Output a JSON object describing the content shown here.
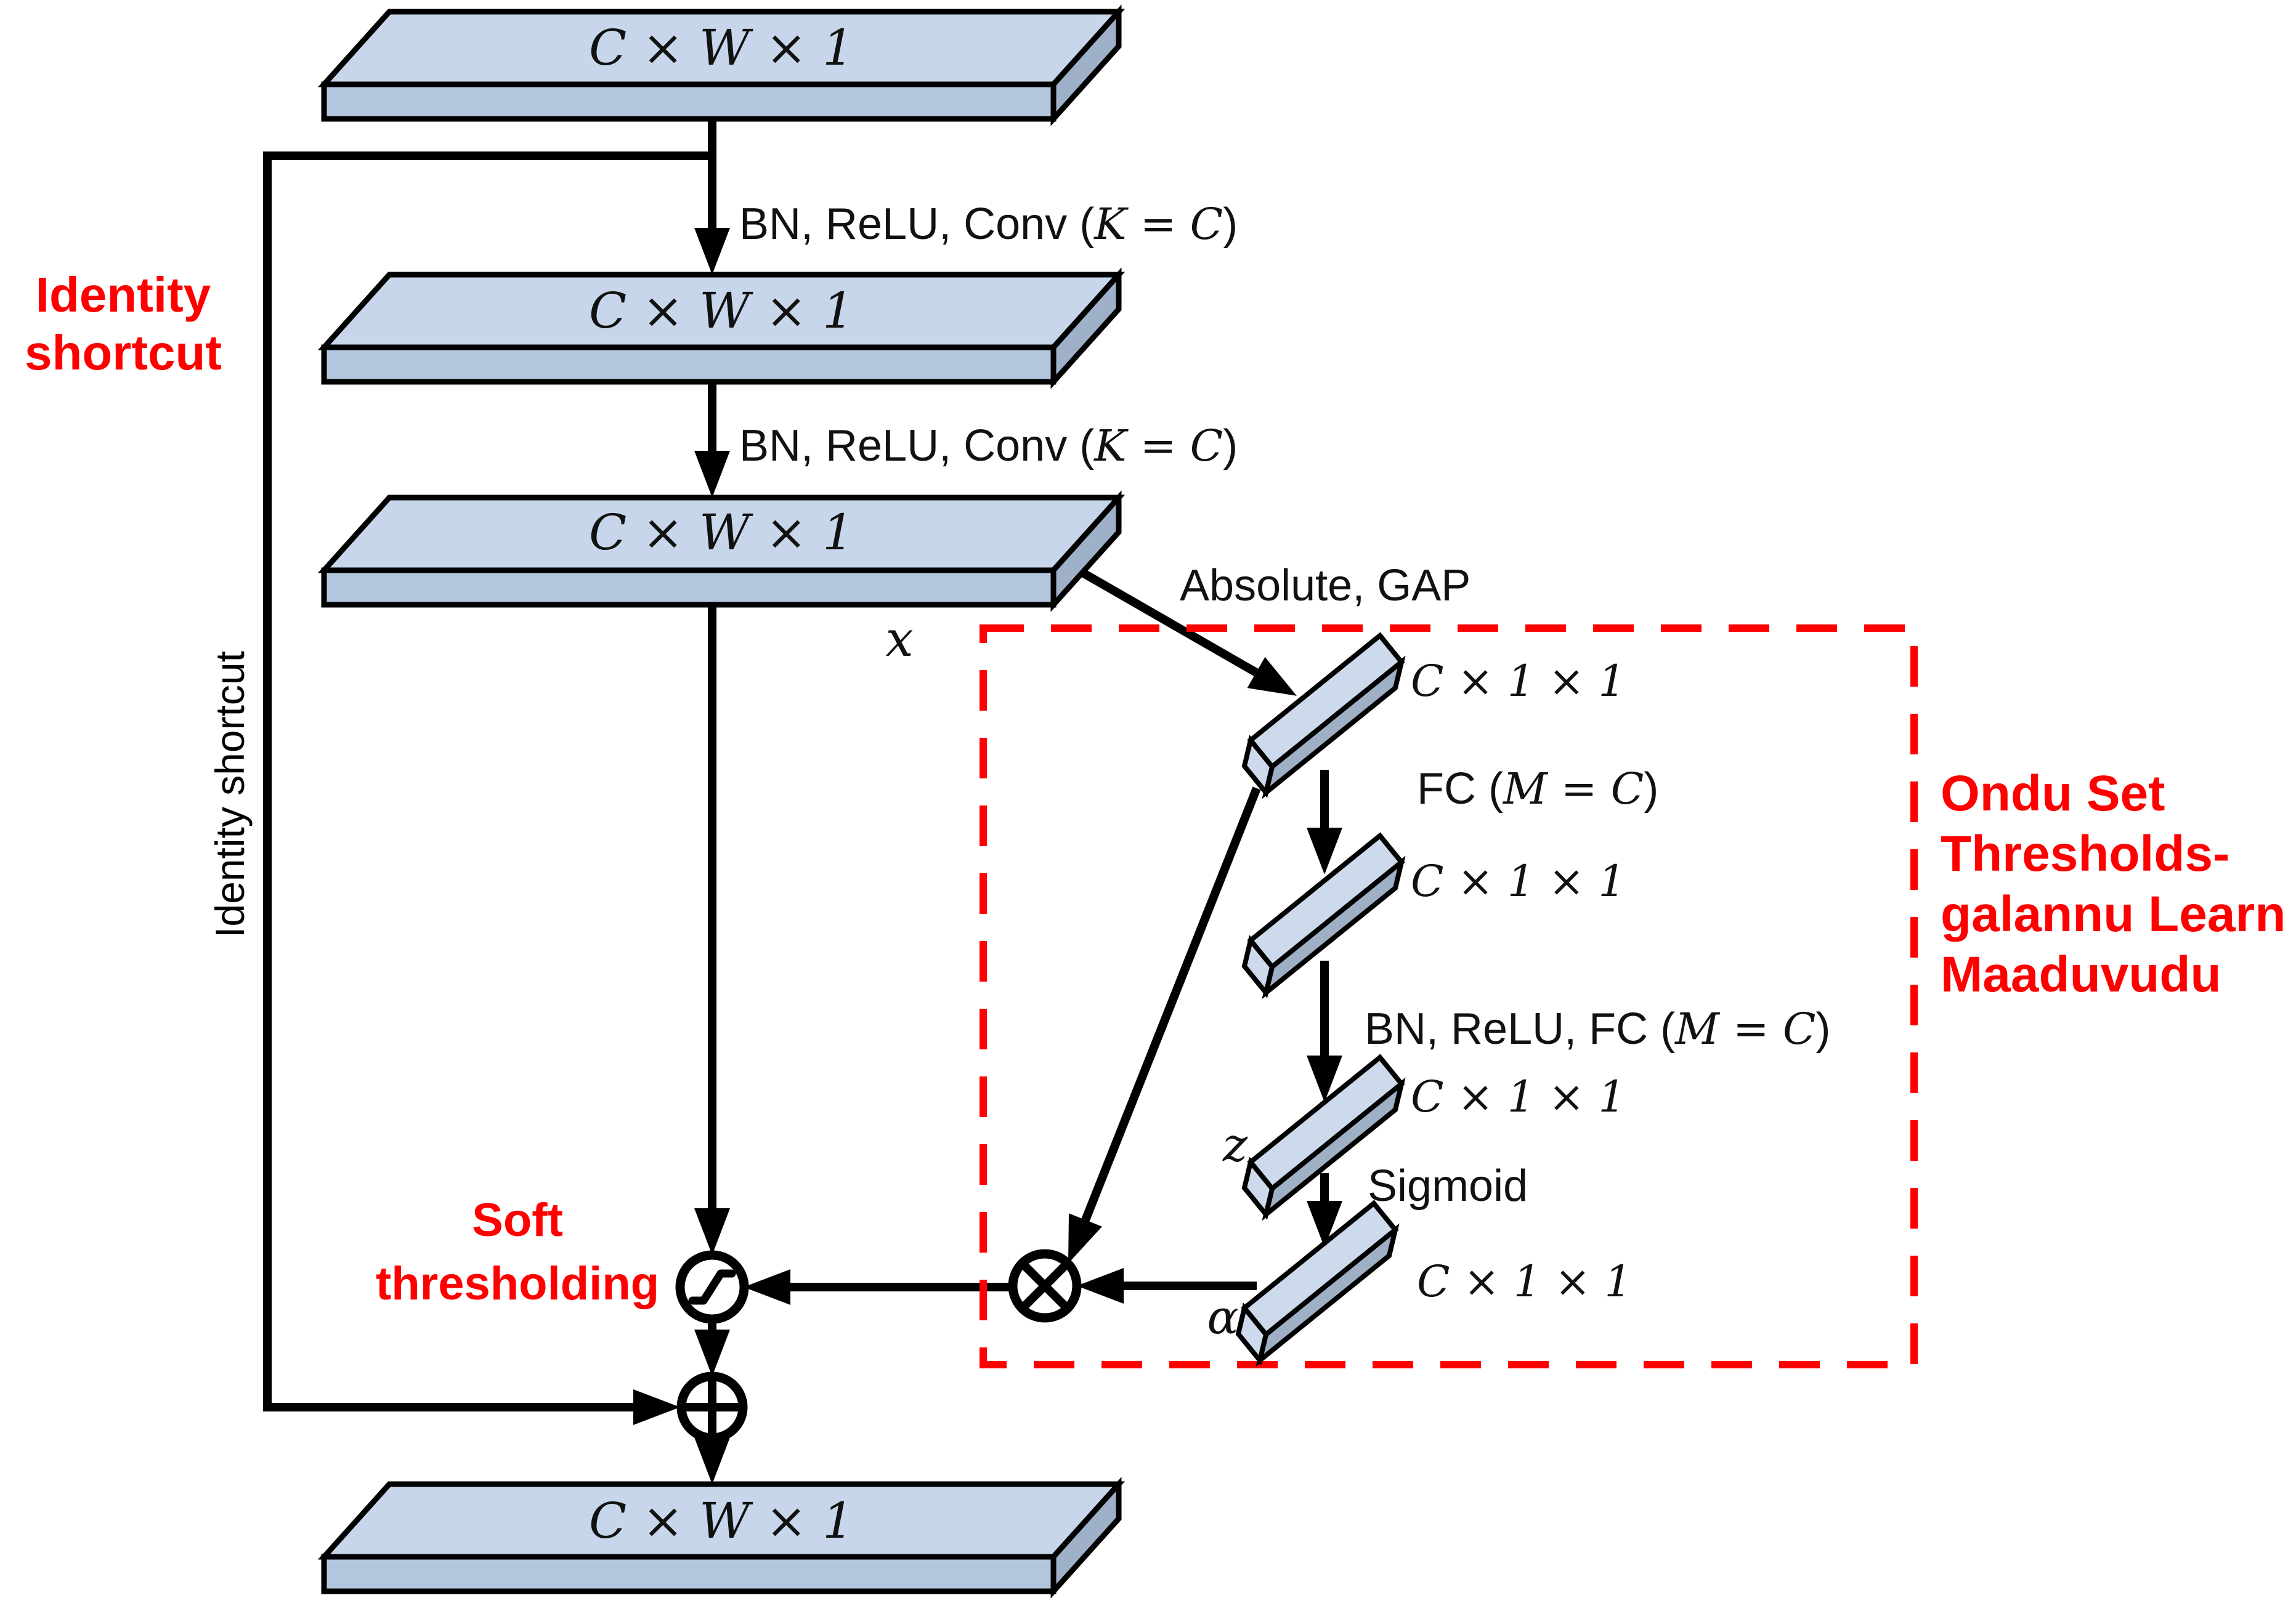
{
  "diagram": {
    "feature_maps": {
      "input": "C × W × 1",
      "after_conv1": "C × W × 1",
      "after_conv2": "C × W × 1",
      "output": "C × W × 1"
    },
    "vectors": {
      "v1": "C × 1 × 1",
      "v2": "C × 1 × 1",
      "v3": "C × 1 × 1",
      "v4": "C × 1 × 1"
    },
    "ops": {
      "conv1": {
        "prefix": "BN, ReLU, Conv (",
        "math": "K = C",
        "suffix": ")"
      },
      "conv2": {
        "prefix": "BN, ReLU, Conv (",
        "math": "K = C",
        "suffix": ")"
      },
      "abs_gap": "Absolute, GAP",
      "fc": {
        "prefix": "FC (",
        "math": "M = C",
        "suffix": ")"
      },
      "bn_relu_fc": {
        "prefix": "BN, ReLU, FC (",
        "math": "M = C",
        "suffix": ")"
      },
      "sigmoid": "Sigmoid"
    },
    "variables": {
      "x": "x",
      "z": "z",
      "alpha": "α"
    },
    "annotations": {
      "identity_shortcut": {
        "line1": "Identity",
        "line2": "shortcut"
      },
      "identity_shortcut_vertical": "Identity shortcut",
      "soft_thresholding": {
        "line1": "Soft",
        "line2": "thresholding"
      },
      "caption": {
        "line1": "Ondu Set",
        "line2": "Thresholds-",
        "line3": "galannu Learn",
        "line4": "Maaduvudu"
      }
    },
    "operators": {
      "multiply": "⊗",
      "add": "⊕",
      "soft_threshold": "soft-threshold-curve"
    },
    "colors": {
      "annotation_red": "#ff0000",
      "slab_top": "#c7d6ea",
      "slab_front": "#b3c6de",
      "slab_side": "#9eb1c8",
      "bar_light": "#ccdaeb",
      "bar_side": "#9fb0c4",
      "outline": "#000000"
    }
  }
}
